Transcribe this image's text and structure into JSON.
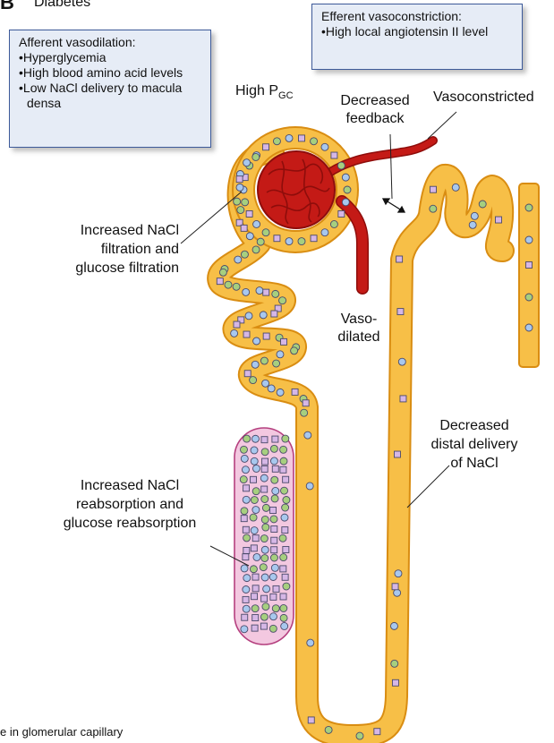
{
  "panel": {
    "letter": "B",
    "title": "Diabetes"
  },
  "boxes": {
    "afferent": {
      "title": "Afferent vasodilation:",
      "items": [
        "Hyperglycemia",
        "High blood amino acid levels",
        "Low NaCl delivery to macula densa"
      ]
    },
    "efferent": {
      "title": "Efferent vasoconstriction:",
      "items": [
        "High local angiotensin II level"
      ]
    }
  },
  "labels": {
    "high_pgc_main": "High P",
    "high_pgc_sub": "GC",
    "decreased_feedback_1": "Decreased",
    "decreased_feedback_2": "feedback",
    "vasoconstricted": "Vasoconstricted",
    "filtration_1": "Increased NaCl",
    "filtration_2": "filtration and",
    "filtration_3": "glucose filtration",
    "vasodilated_1": "Vaso-",
    "vasodilated_2": "dilated",
    "distal_1": "Decreased",
    "distal_2": "distal delivery",
    "distal_3": "of NaCl",
    "reabsorption_1": "Increased NaCl",
    "reabsorption_2": "reabsorption and",
    "reabsorption_3": "glucose reabsorption"
  },
  "footer": "e in glomerular capillary",
  "colors": {
    "tubule": "#f7bf47",
    "tubule_edge": "#d98d12",
    "vessel": "#c41a16",
    "capillary": "#f3c8e0",
    "capillary_edge": "#b5407f",
    "box_fill": "#e6ecf6",
    "box_edge": "#3d5a99",
    "particle_green": "#a6cf7f",
    "particle_blue": "#a8c8ee",
    "particle_purple": "#d6b7e6"
  }
}
